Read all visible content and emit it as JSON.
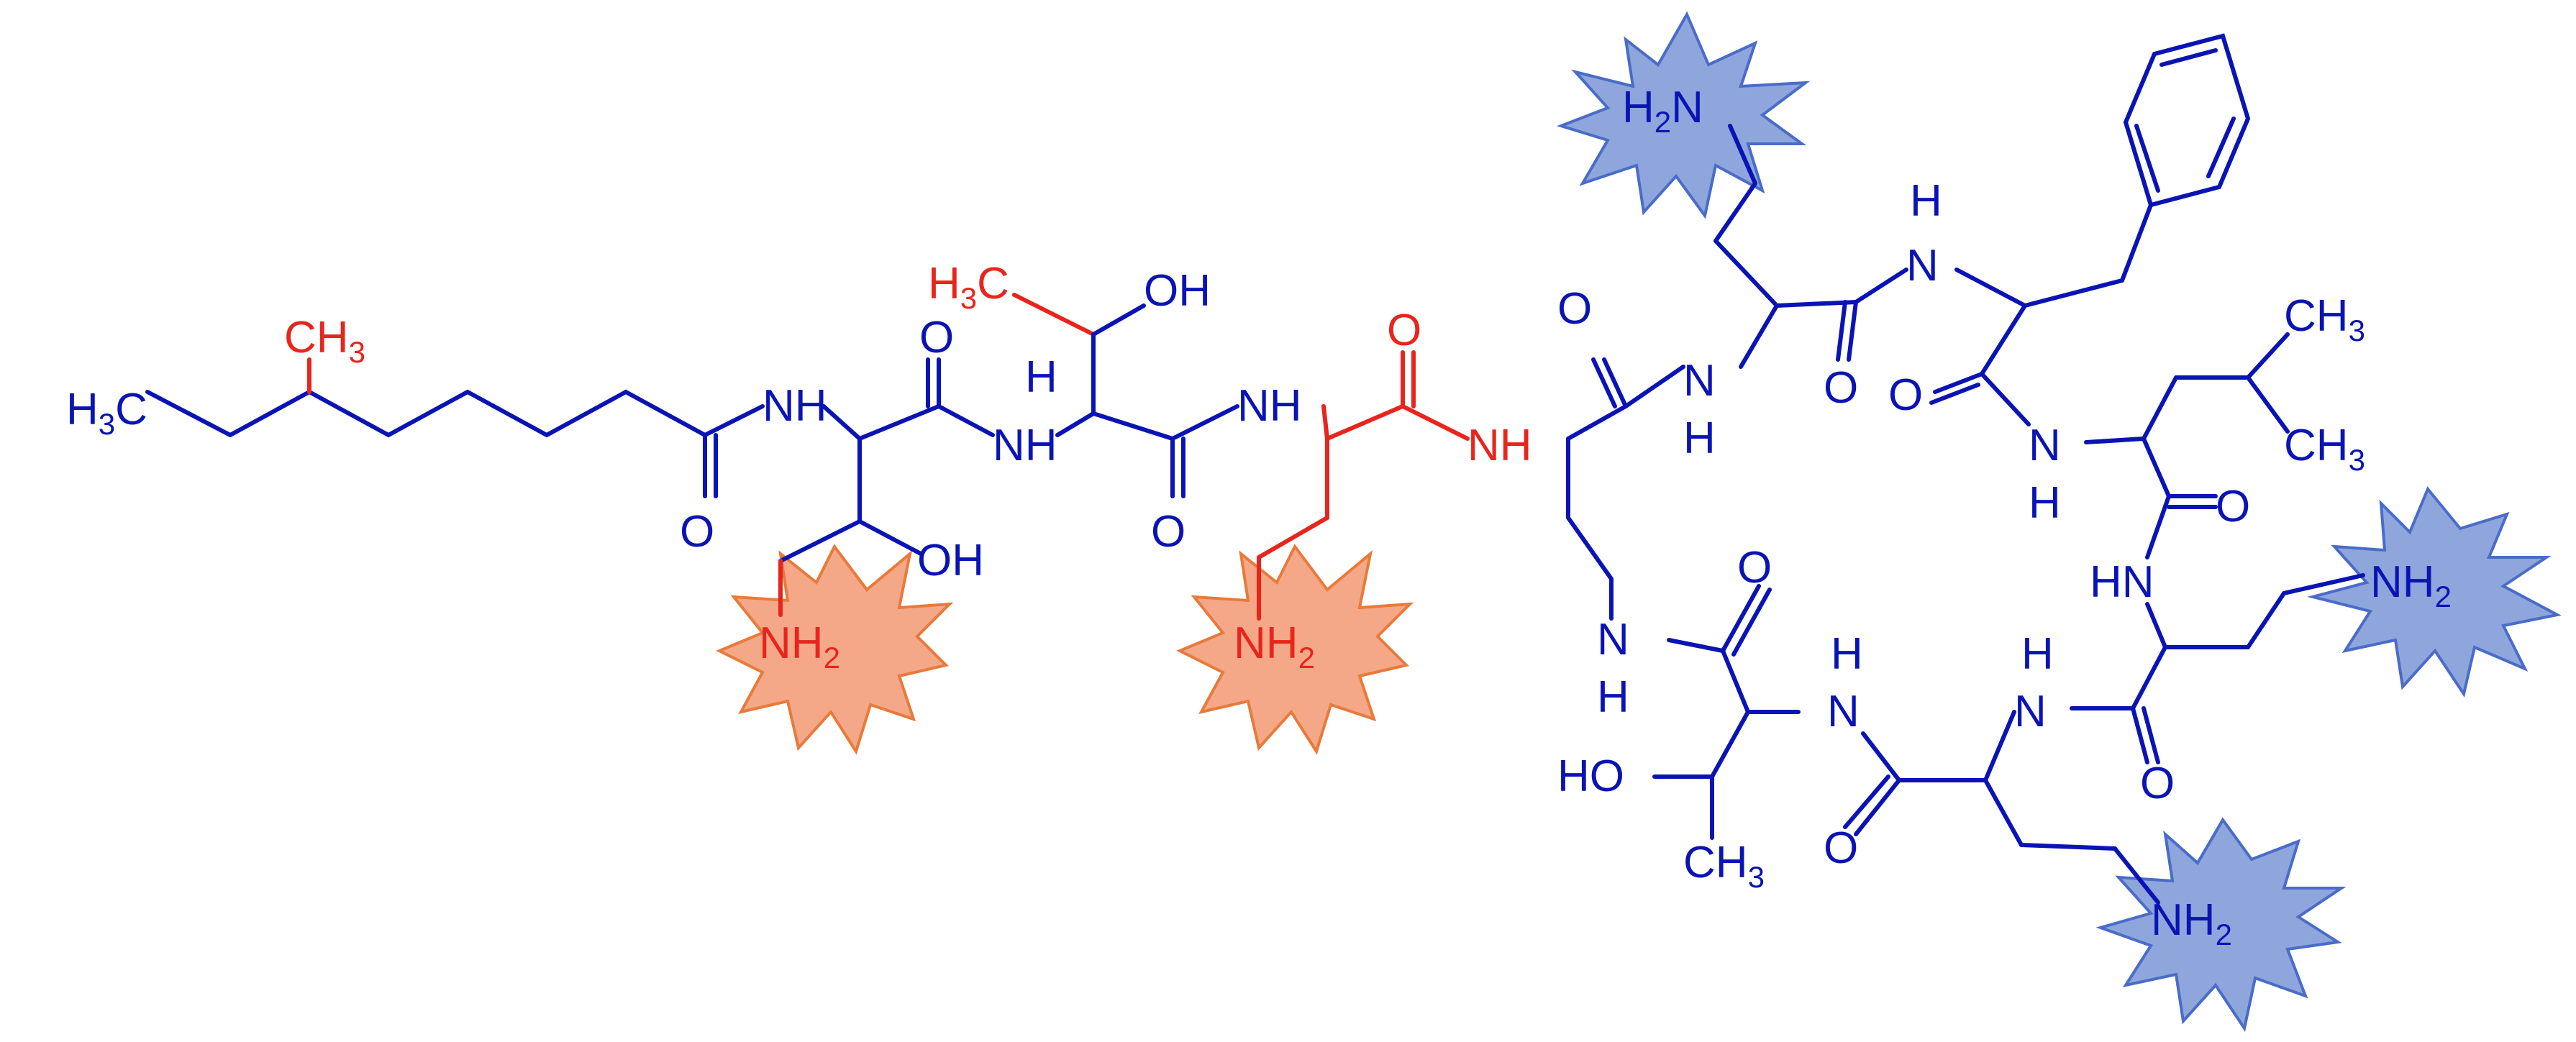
{
  "colors": {
    "blue": "#0a14b4",
    "red": "#e8251c",
    "orange_burst_fill": "#f4a888",
    "blue_burst_fill": "#8ea6dc"
  },
  "atoms": {
    "h3c_start": "H",
    "h3c_start_sub": "3",
    "h3c_start_c": "C",
    "ch3_branch": "CH",
    "ch3_branch_sub": "3",
    "nh_amide1": "NH",
    "o_amide1": "O",
    "o_dab1": "O",
    "nh_dab1_label": "NH",
    "oh_dab1": "OH",
    "nh2_dab1": "NH",
    "nh2_dab1_sub": "2",
    "h3c_thr": "H",
    "h3c_thr_sub": "3",
    "h3c_thr_c": "C",
    "oh_thr": "OH",
    "h_thr": "H",
    "o_thr": "O",
    "nh_thr": "NH",
    "o_dab2": "O",
    "nh_dab2": "NH",
    "nh2_dab2": "NH",
    "nh2_dab2_sub": "2",
    "nh_dab3": "NH",
    "o_dab3": "O",
    "h2n_top": "H",
    "h2n_top_sub": "2",
    "h2n_top_n": "N",
    "nh_ring1": "N",
    "h_ring1": "H",
    "o_ring1": "O",
    "h_phe": "H",
    "nh_phe": "N",
    "o_phe": "O",
    "ch3_leu1": "CH",
    "ch3_leu1_sub": "3",
    "ch3_leu2": "CH",
    "ch3_leu2_sub": "3",
    "nh_leu": "N",
    "h_leu": "H",
    "o_leu": "O",
    "hn_dab5": "HN",
    "nh2_dab5": "NH",
    "nh2_dab5_sub": "2",
    "h_dab6": "H",
    "nh_dab6": "N",
    "o_dab6": "O",
    "nh2_dab6": "NH",
    "nh2_dab6_sub": "2",
    "o_dab6b": "O",
    "h_thr2": "H",
    "nh_thr2": "N",
    "o_thr2": "O",
    "ho_thr2": "HO",
    "ch3_thr2": "CH",
    "ch3_thr2_sub": "3",
    "n_ring_bottom": "N",
    "h_ring_bottom": "H",
    "o_ring_bottom": "O"
  }
}
